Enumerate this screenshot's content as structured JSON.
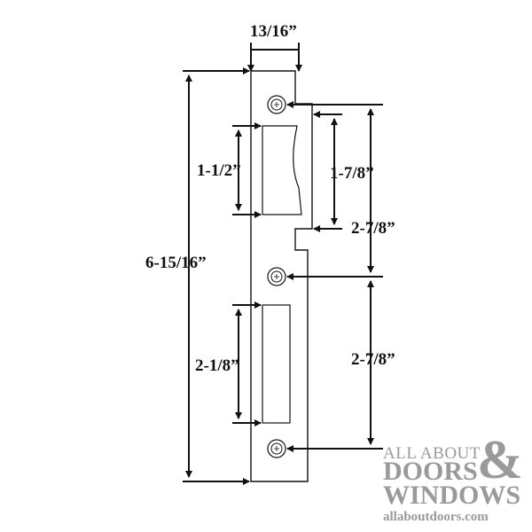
{
  "diagram": {
    "dimensions": {
      "width": "13/16”",
      "total_height": "6-15/16”",
      "upper_opening": "1-1/2”",
      "tab_length": "1-7/8”",
      "hole_spacing_upper": "2-7/8”",
      "hole_spacing_lower": "2-7/8”",
      "lower_opening": "2-1/8”"
    },
    "logo": {
      "line1": "ALL ABOUT",
      "line2": "DOORS",
      "amp": "&",
      "line3": "WINDOWS",
      "url": "allaboutdoors.com"
    }
  },
  "colors": {
    "line": "#111111",
    "logo": "#9a9a9a"
  }
}
